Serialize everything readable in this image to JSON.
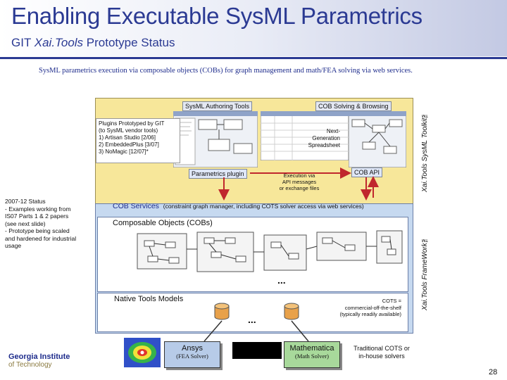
{
  "title": "Enabling Executable SysML Parametrics",
  "subtitle_prefix": "GIT ",
  "subtitle_italic": "Xai.Tools",
  "subtitle_suffix": " Prototype Status",
  "description": "SysML parametrics execution via composable objects (COBs) for graph management and math/FEA solving via web services.",
  "tabs": {
    "sysml_authoring": "SysML Authoring Tools",
    "cob_solving": "COB Solving & Browsing",
    "parametrics_plugin": "Parametrics plugin",
    "cob_api": "COB API"
  },
  "plugins": {
    "heading": "Plugins Prototyped by GIT",
    "sub": "(to SysML vendor tools)",
    "items": [
      "1) Artisan Studio [2/06]",
      "2) EmbeddedPlus [3/07]",
      "3) NoMagic [12/07]*"
    ]
  },
  "next_gen": [
    "Next-",
    "Generation",
    "Spreadsheet"
  ],
  "execution_note": [
    "Execution via",
    "API messages",
    "or exchange files"
  ],
  "status": {
    "heading": "2007-12 Status",
    "lines": [
      "- Examples working from",
      "IS07 Parts 1 & 2 papers",
      "(see next slide)",
      "- Prototype being scaled",
      "and hardened for industrial",
      "usage"
    ]
  },
  "cob_services": {
    "label": "COB Services",
    "detail": "(constraint graph manager, including COTS solver access via web services)"
  },
  "composable_objects": "Composable Objects (COBs)",
  "native_tools": "Native Tools Models",
  "cots_note": [
    "COTS =",
    "commercial-off-the-shelf",
    "(typically readily available)"
  ],
  "ellipsis": "...",
  "vertical_labels": {
    "toolkit": "Xai.Tools SysML Toolkit™",
    "framework": "Xai.Tools FrameWork™"
  },
  "solvers": [
    {
      "name": "Ansys",
      "role": "(FEA Solver)"
    },
    {
      "name": "Mathematica",
      "role": "(Math Solver)"
    }
  ],
  "traditional": [
    "Traditional COTS or",
    "in-house solvers"
  ],
  "logo": {
    "line1": "Georgia Institute",
    "line2": "of Technology"
  },
  "page_number": "28",
  "colors": {
    "title_blue": "#2b3a93",
    "yellow_panel": "#f7e79a",
    "blue_panel": "#c6d9f0",
    "arrow_red": "#c0272d"
  }
}
